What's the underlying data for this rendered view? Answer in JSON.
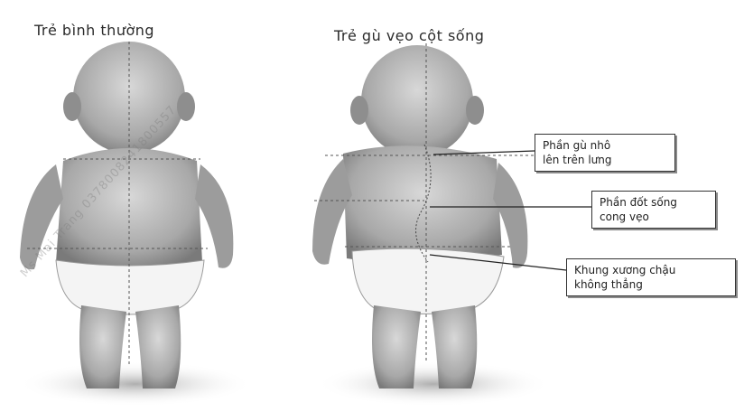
{
  "titles": {
    "normal_child": "Trẻ bình thường",
    "scoliosis_child": "Trẻ gù vẹo cột sống"
  },
  "callouts": [
    {
      "lines": [
        "Phần gù nhô",
        "lên trên lưng"
      ]
    },
    {
      "lines": [
        "Phần đốt sống",
        "cong vẹo"
      ]
    },
    {
      "lines": [
        "Khung xương chậu",
        "không thẳng"
      ]
    }
  ],
  "watermark": "Ms Mai Trang 0378008241800557"
}
